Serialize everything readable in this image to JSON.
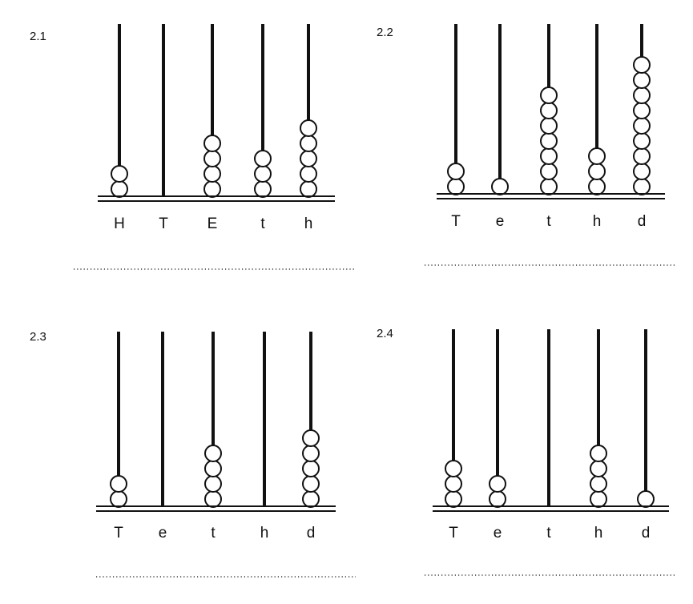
{
  "colors": {
    "ink": "#111111",
    "background": "#ffffff"
  },
  "abaci": [
    {
      "id": "2.1",
      "number": "2.1",
      "columns": [
        {
          "label": "H",
          "beads": 2
        },
        {
          "label": "T",
          "beads": 0
        },
        {
          "label": "E",
          "beads": 4
        },
        {
          "label": "t",
          "beads": 3
        },
        {
          "label": "h",
          "beads": 5
        }
      ]
    },
    {
      "id": "2.2",
      "number": "2.2",
      "columns": [
        {
          "label": "T",
          "beads": 2
        },
        {
          "label": "e",
          "beads": 1
        },
        {
          "label": "t",
          "beads": 7
        },
        {
          "label": "h",
          "beads": 3
        },
        {
          "label": "d",
          "beads": 9
        }
      ]
    },
    {
      "id": "2.3",
      "number": "2.3",
      "columns": [
        {
          "label": "T",
          "beads": 2
        },
        {
          "label": "e",
          "beads": 0
        },
        {
          "label": "t",
          "beads": 4
        },
        {
          "label": "h",
          "beads": 0
        },
        {
          "label": "d",
          "beads": 5
        }
      ]
    },
    {
      "id": "2.4",
      "number": "2.4",
      "columns": [
        {
          "label": "T",
          "beads": 3
        },
        {
          "label": "e",
          "beads": 2
        },
        {
          "label": "t",
          "beads": 0
        },
        {
          "label": "h",
          "beads": 4
        },
        {
          "label": "d",
          "beads": 1
        }
      ]
    }
  ]
}
